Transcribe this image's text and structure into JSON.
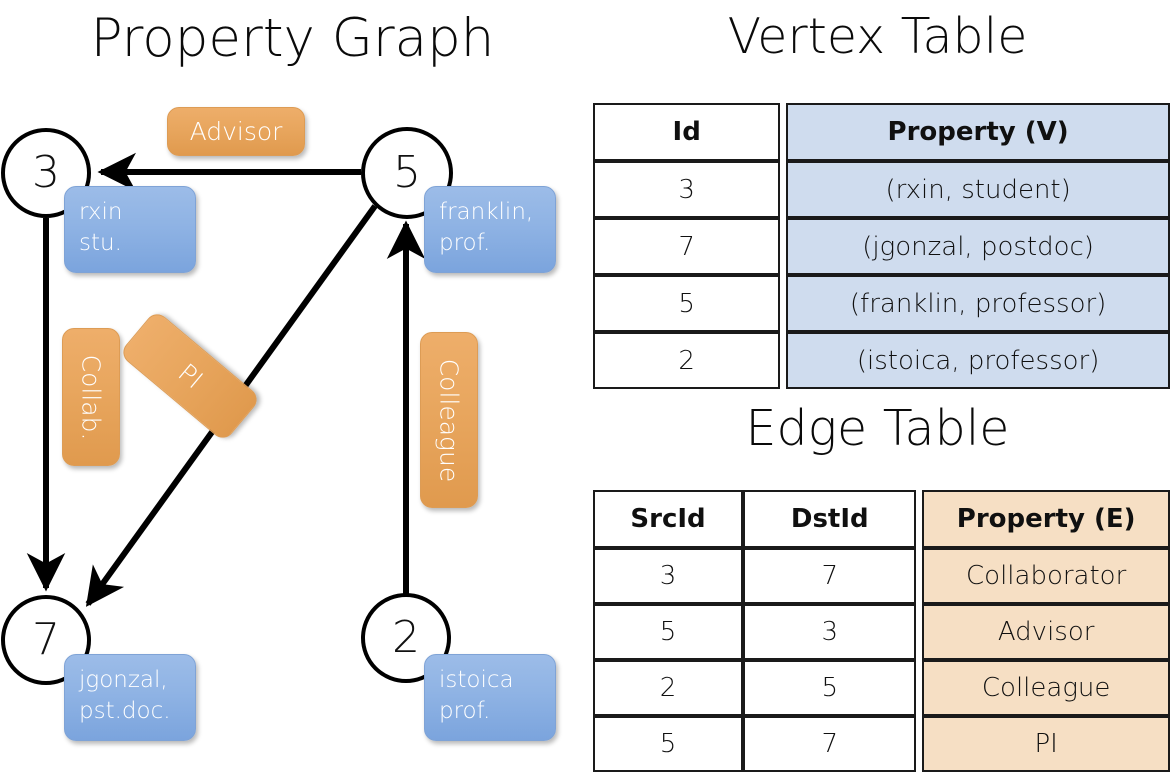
{
  "titles": {
    "graph": "Property Graph",
    "vertex_table": "Vertex Table",
    "edge_table": "Edge Table"
  },
  "graph": {
    "vertices": [
      {
        "id": "3",
        "property": "rxin\nstu."
      },
      {
        "id": "5",
        "property": "franklin,\nprof."
      },
      {
        "id": "7",
        "property": "jgonzal,\npst.doc."
      },
      {
        "id": "2",
        "property": "istoica\nprof."
      }
    ],
    "edge_labels": [
      {
        "name": "advisor",
        "text": "Advisor"
      },
      {
        "name": "collab",
        "text": "Collab."
      },
      {
        "name": "pi",
        "text": "PI"
      },
      {
        "name": "colleague",
        "text": "Colleague"
      }
    ]
  },
  "vertex_table": {
    "headers": [
      "Id",
      "Property (V)"
    ],
    "rows": [
      {
        "id": "3",
        "property": "(rxin, student)"
      },
      {
        "id": "7",
        "property": "(jgonzal, postdoc)"
      },
      {
        "id": "5",
        "property": "(franklin, professor)"
      },
      {
        "id": "2",
        "property": "(istoica, professor)"
      }
    ]
  },
  "edge_table": {
    "headers": [
      "SrcId",
      "DstId",
      "Property (E)"
    ],
    "rows": [
      {
        "src": "3",
        "dst": "7",
        "property": "Collaborator"
      },
      {
        "src": "5",
        "dst": "3",
        "property": "Advisor"
      },
      {
        "src": "2",
        "dst": "5",
        "property": "Colleague"
      },
      {
        "src": "5",
        "dst": "7",
        "property": "PI"
      }
    ]
  },
  "colors": {
    "vertex_property_fill": "#8fb3e4",
    "edge_label_fill": "#e8a65e",
    "vertex_table_highlight": "#cfdcee",
    "edge_table_highlight": "#f6dfc4",
    "stroke": "#000000"
  }
}
